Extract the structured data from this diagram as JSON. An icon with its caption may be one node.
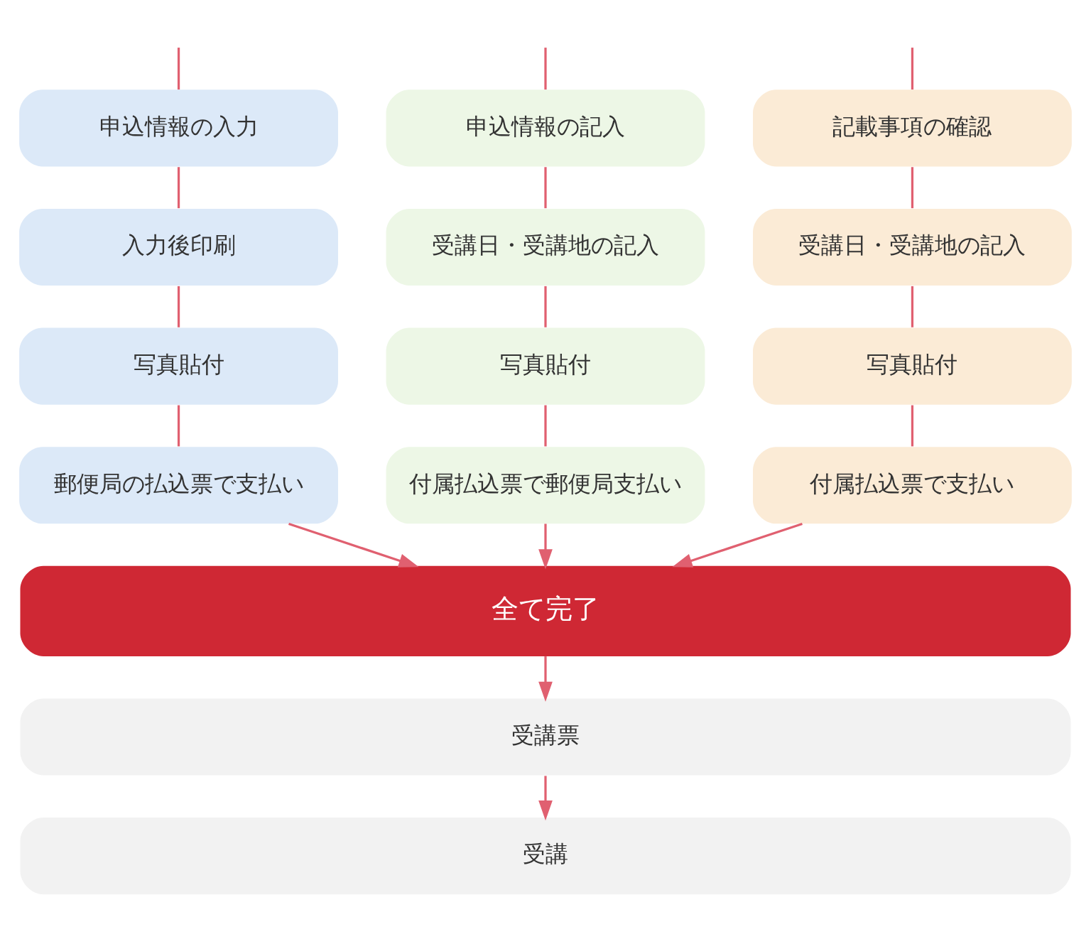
{
  "diagram": {
    "nodes": [
      {
        "text": [
          "記載事項の確認"
        ]
      },
      {
        "text": [
          "受講日・受講地の記入"
        ]
      },
      {
        "text": [
          "写真貼付"
        ]
      },
      {
        "text": [
          "付属払込票で支払い"
        ]
      },
      {
        "text": [
          "申込情報の入力"
        ]
      },
      {
        "text": [
          "入力後印刷"
        ]
      },
      {
        "text": [
          "写真貼付"
        ]
      },
      {
        "text": [
          "郵便局の払込票で支払い"
        ]
      },
      {
        "text": [
          "申込情報の記入"
        ]
      },
      {
        "text": [
          "受講日・受講地の記入"
        ]
      },
      {
        "text": [
          "写真貼付"
        ]
      },
      {
        "text": [
          "付属払込票で郵便局支払い"
        ]
      },
      {
        "text": [
          "全て完了"
        ]
      },
      {
        "text": [
          "受講票"
        ]
      },
      {
        "text": [
          "受講"
        ]
      }
    ],
    "edges": [
      {
        "from": null,
        "to": 0,
        "arrow": "none"
      },
      {
        "from": 0,
        "to": 1,
        "arrow": "none"
      },
      {
        "from": 1,
        "to": 2,
        "arrow": "none"
      },
      {
        "from": 2,
        "to": 3,
        "arrow": "none"
      },
      {
        "from": 3,
        "to": 12,
        "arrow": "to"
      },
      {
        "from": null,
        "to": 4,
        "arrow": "none"
      },
      {
        "from": 4,
        "to": 5,
        "arrow": "none"
      },
      {
        "from": 5,
        "to": 6,
        "arrow": "none"
      },
      {
        "from": 6,
        "to": 7,
        "arrow": "none"
      },
      {
        "from": 7,
        "to": 12,
        "arrow": "to"
      },
      {
        "from": null,
        "to": 8,
        "arrow": "none"
      },
      {
        "from": 8,
        "to": 9,
        "arrow": "none"
      },
      {
        "from": 9,
        "to": 10,
        "arrow": "none"
      },
      {
        "from": 10,
        "to": 11,
        "arrow": "none"
      },
      {
        "from": 11,
        "to": 12,
        "arrow": "to"
      },
      {
        "from": 12,
        "to": 13,
        "arrow": "to"
      },
      {
        "from": 13,
        "to": 14,
        "arrow": "to"
      }
    ]
  }
}
